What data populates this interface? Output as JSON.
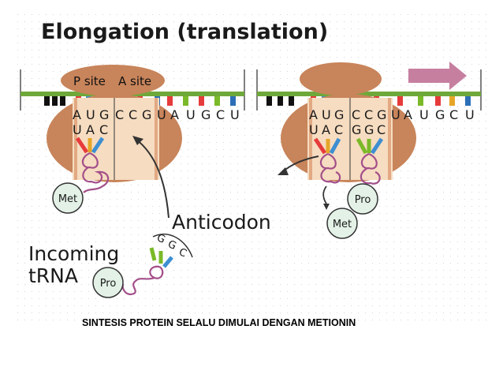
{
  "title": "Elongation (translation)",
  "left_panel": {
    "p_site_label": "P site",
    "a_site_label": "A site",
    "mrna_codons": [
      "A",
      "U",
      "G",
      "C",
      "C",
      "G",
      "U",
      "A",
      "U",
      "G",
      "C",
      "U"
    ],
    "anticodon_bases": [
      "U",
      "A",
      "C"
    ],
    "amino_acid": "Met"
  },
  "right_panel": {
    "mrna_codons": [
      "A",
      "U",
      "G",
      "C",
      "C",
      "G",
      "U",
      "A",
      "U",
      "G",
      "C",
      "U"
    ],
    "p_anticodon_bases": [
      "U",
      "A",
      "C"
    ],
    "a_anticodon_bases": [
      "G",
      "G",
      "C"
    ],
    "amino_acid_upper": "Pro",
    "amino_acid_lower": "Met"
  },
  "anticodon_label": "Anticodon",
  "incoming_trna": {
    "label_line1": "Incoming",
    "label_line2": "tRNA",
    "anticodon_bases": [
      "G",
      "G",
      "C"
    ],
    "amino_acid": "Pro"
  },
  "caption": "SINTESIS PROTEIN SELALU DIMULAI DENGAN METIONIN",
  "colors": {
    "ribosome": "#c8845a",
    "ribosome_light": "#f6dcc0",
    "ribosome_band": "#e2a983",
    "mrna_line": "#6fa83a",
    "amino_acid_fill": "#e3f1e7",
    "trna_loop": "#a34f8a",
    "arrow": "#c77fa0"
  }
}
